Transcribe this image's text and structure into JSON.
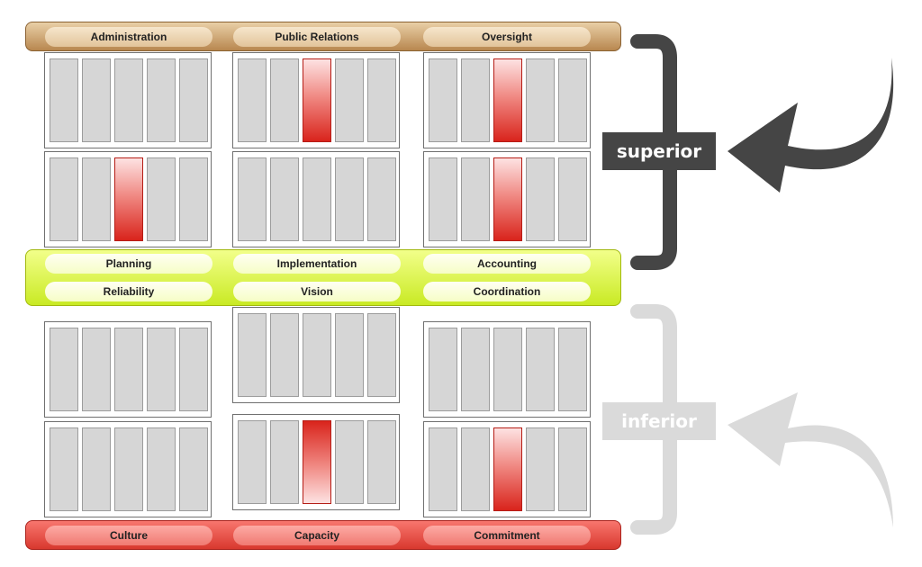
{
  "top_band": {
    "items": [
      "Administration",
      "Public Relations",
      "Oversight"
    ]
  },
  "middle_band": {
    "row1": [
      "Planning",
      "Implementation",
      "Accounting"
    ],
    "row2": [
      "Reliability",
      "Vision",
      "Coordination"
    ]
  },
  "bottom_band": {
    "items": [
      "Culture",
      "Capacity",
      "Commitment"
    ]
  },
  "labels": {
    "superior": "superior",
    "inferior": "inferior"
  },
  "panels": [
    {
      "highlight_bar": 0
    },
    {
      "highlight_bar": 3
    },
    {
      "highlight_bar": 3
    },
    {
      "highlight_bar": 3
    },
    {
      "highlight_bar": 0
    },
    {
      "highlight_bar": 3
    },
    {
      "highlight_bar": 0
    },
    {
      "highlight_bar": 0
    },
    {
      "highlight_bar": 0
    },
    {
      "highlight_bar": 0
    },
    {
      "highlight_bar": 3
    },
    {
      "highlight_bar": 3
    }
  ],
  "colors": {
    "top_band": "#c9a06a",
    "middle_band": "#d8f23c",
    "bottom_band": "#e84a40",
    "highlight": "#d9241c",
    "superior": "#454545",
    "inferior": "#dadada"
  }
}
